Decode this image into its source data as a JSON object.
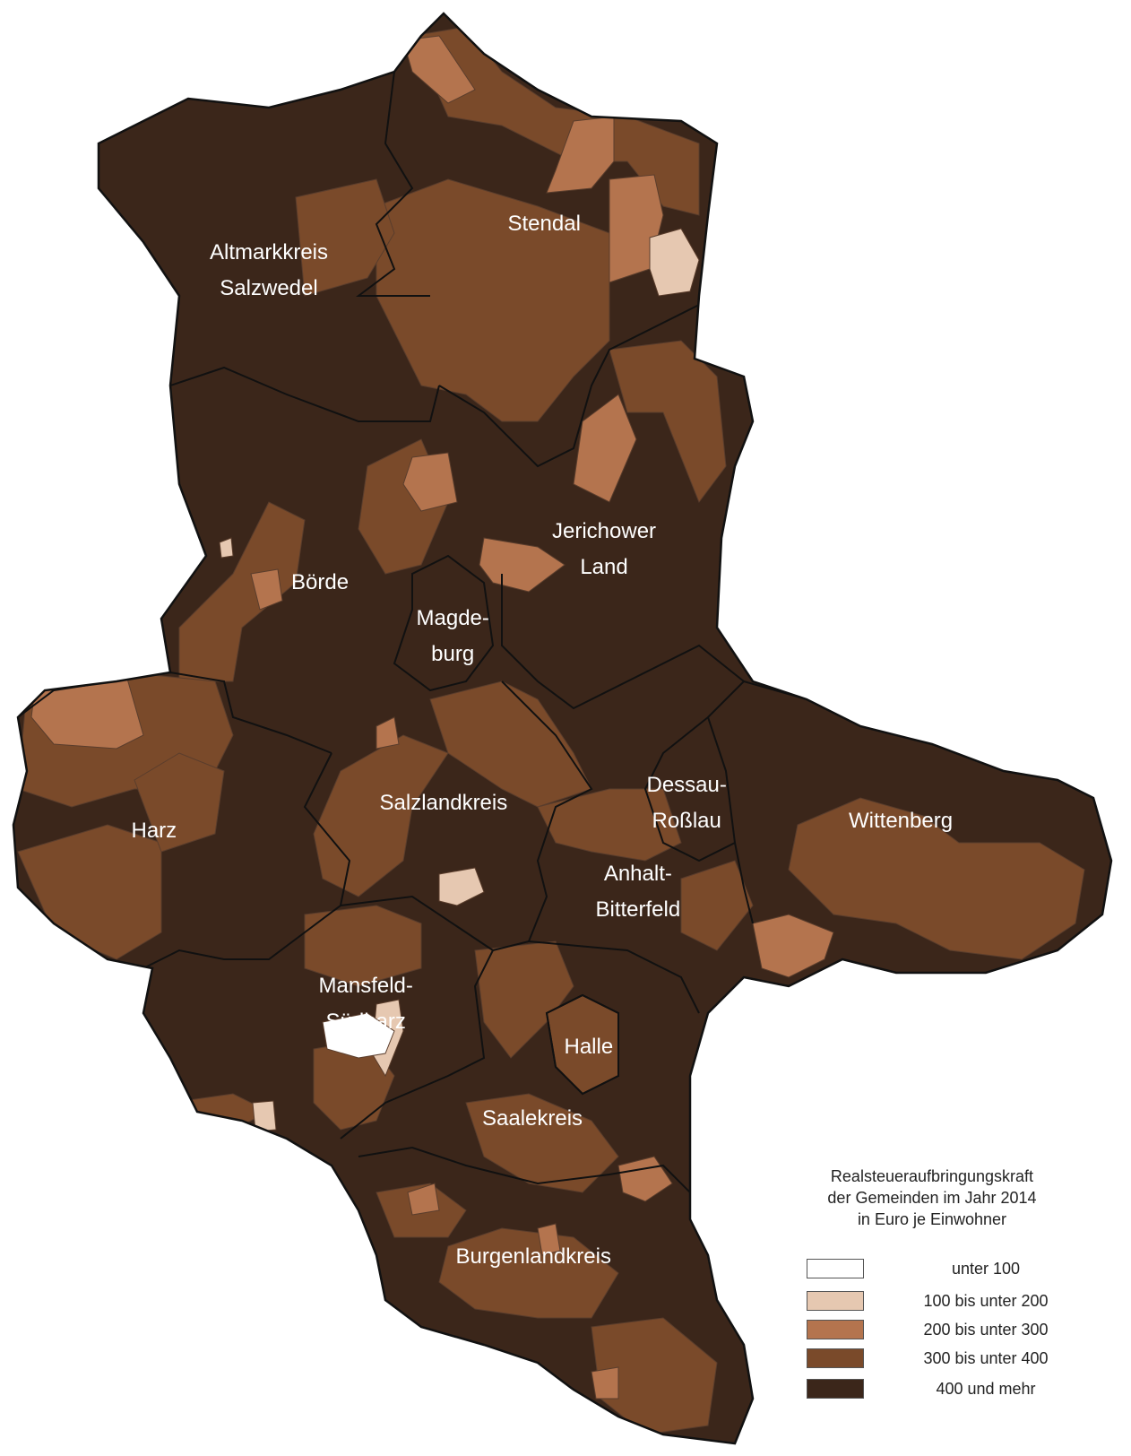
{
  "colors": {
    "c0": "#ffffff",
    "c1": "#e6c8b1",
    "c2": "#b4744e",
    "c3": "#7a4a2a",
    "c4": "#3b261a",
    "border": "#111111",
    "inner_border": "#5a3d2c"
  },
  "districts": [
    {
      "name": "altmarkkreis-salzwedel",
      "lines": [
        "Altmarkkreis",
        "Salzwedel"
      ]
    },
    {
      "name": "stendal",
      "lines": [
        "Stendal"
      ]
    },
    {
      "name": "jerichower-land",
      "lines": [
        "Jerichower",
        "Land"
      ]
    },
    {
      "name": "boerde",
      "lines": [
        "Börde"
      ]
    },
    {
      "name": "magdeburg",
      "lines": [
        "Magde-",
        "burg"
      ]
    },
    {
      "name": "harz",
      "lines": [
        "Harz"
      ]
    },
    {
      "name": "salzlandkreis",
      "lines": [
        "Salzlandkreis"
      ]
    },
    {
      "name": "dessau-rosslau",
      "lines": [
        "Dessau-",
        "Roßlau"
      ]
    },
    {
      "name": "wittenberg",
      "lines": [
        "Wittenberg"
      ]
    },
    {
      "name": "anhalt-bitterfeld",
      "lines": [
        "Anhalt-",
        "Bitterfeld"
      ]
    },
    {
      "name": "mansfeld-suedharz",
      "lines": [
        "Mansfeld-",
        "Südharz"
      ]
    },
    {
      "name": "halle",
      "lines": [
        "Halle"
      ]
    },
    {
      "name": "saalekreis",
      "lines": [
        "Saalekreis"
      ]
    },
    {
      "name": "burgenlandkreis",
      "lines": [
        "Burgenlandkreis"
      ]
    }
  ],
  "legend": {
    "title_lines": [
      "Realsteueraufbringungskraft",
      "der Gemeinden im Jahr 2014",
      "in Euro je Einwohner"
    ],
    "items": [
      {
        "label": "unter 100",
        "color": "#ffffff"
      },
      {
        "label": "100 bis unter 200",
        "color": "#e6c8b1"
      },
      {
        "label": "200 bis unter 300",
        "color": "#b4744e"
      },
      {
        "label": "300 bis unter 400",
        "color": "#7a4a2a"
      },
      {
        "label": "400 und mehr",
        "color": "#3b261a"
      }
    ]
  }
}
